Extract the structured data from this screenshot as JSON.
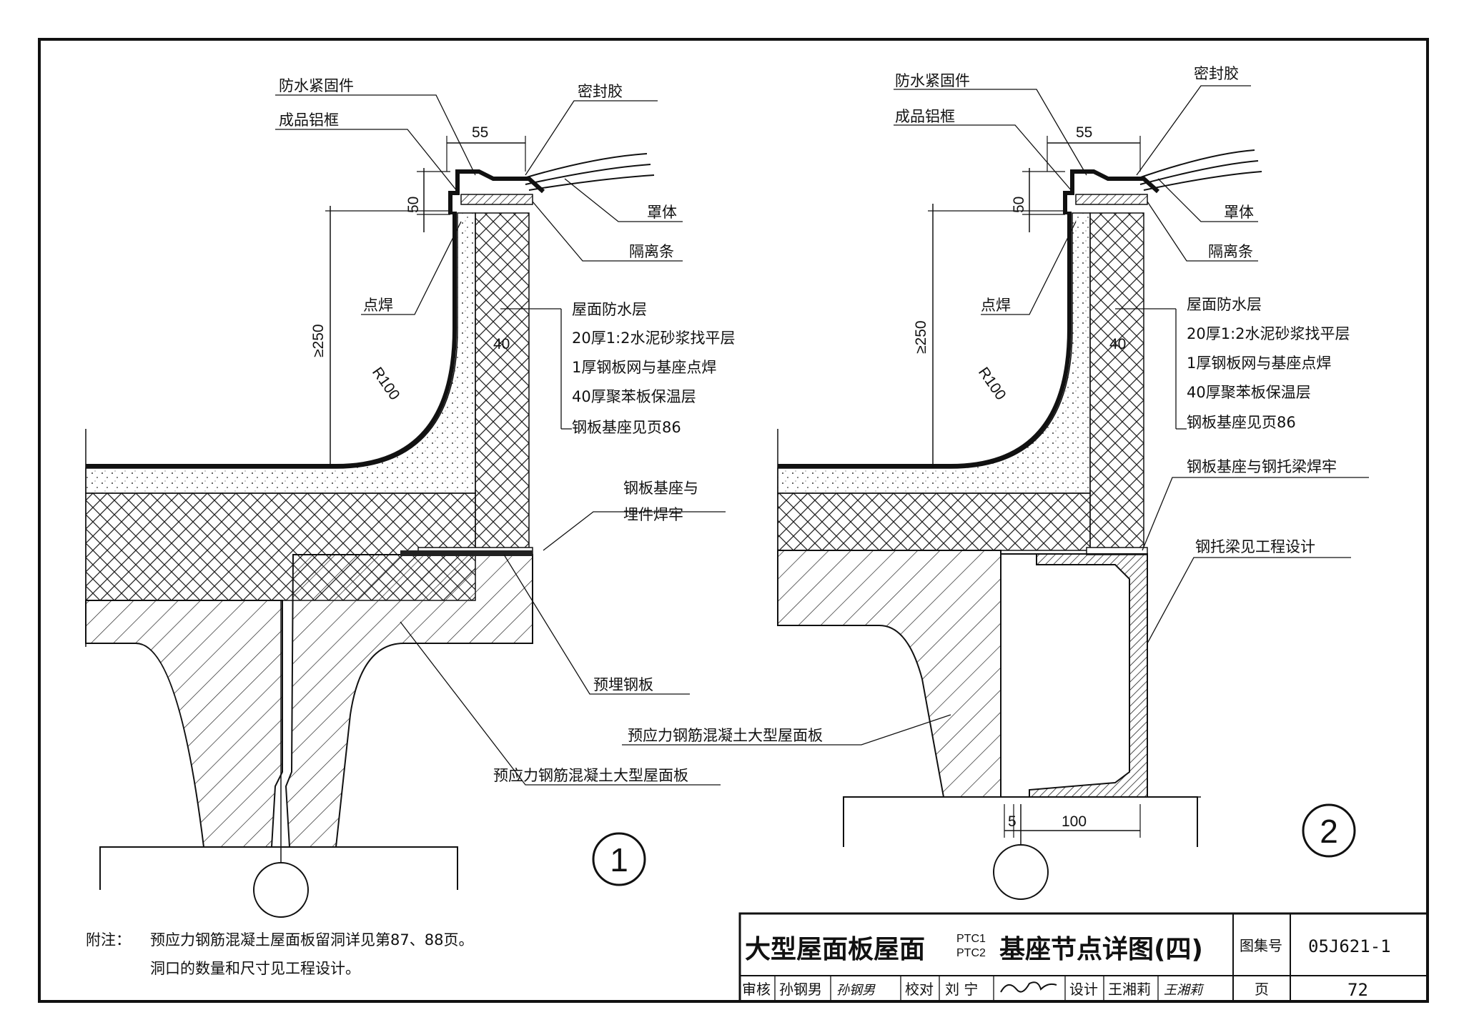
{
  "detail1": {
    "number": "①",
    "labels": {
      "fastener": "防水紧固件",
      "frame": "成品铝框",
      "sealant": "密封胶",
      "cover": "罩体",
      "isolation": "隔离条",
      "spot_weld": "点焊",
      "waterproof": "屋面防水层",
      "mortar": "20厚1:2水泥砂浆找平层",
      "mesh": "1厚钢板网与基座点焊",
      "insulation": "40厚聚苯板保温层",
      "base": "钢板基座见页86",
      "weld_embed_1": "钢板基座与",
      "weld_embed_2": "埋件焊牢",
      "embed_plate": "预埋钢板",
      "slab": "预应力钢筋混凝土大型屋面板"
    },
    "dims": {
      "w55": "55",
      "h50": "50",
      "h250": "≥250",
      "t40": "40",
      "r100": "R100"
    }
  },
  "detail2": {
    "number": "②",
    "labels": {
      "fastener": "防水紧固件",
      "frame": "成品铝框",
      "sealant": "密封胶",
      "cover": "罩体",
      "isolation": "隔离条",
      "spot_weld": "点焊",
      "waterproof": "屋面防水层",
      "mortar": "20厚1:2水泥砂浆找平层",
      "mesh": "1厚钢板网与基座点焊",
      "insulation": "40厚聚苯板保温层",
      "base": "钢板基座见页86",
      "weld_beam": "钢板基座与钢托梁焊牢",
      "beam": "钢托梁见工程设计",
      "slab": "预应力钢筋混凝土大型屋面板"
    },
    "dims": {
      "w55": "55",
      "h50": "50",
      "h250": "≥250",
      "t40": "40",
      "r100": "R100",
      "d5": "5",
      "d100": "100"
    }
  },
  "notes": {
    "prefix": "附注：",
    "line1": "预应力钢筋混凝土屋面板留洞详见第87、88页。",
    "line2": "洞口的数量和尺寸见工程设计。"
  },
  "title_block": {
    "title_a": "大型屋面板屋面",
    "ptc1": "PTC1",
    "ptc2": "PTC2",
    "title_b": "基座节点详图(四)",
    "atlas_label": "图集号",
    "atlas_no": "05J621-1",
    "review_label": "审核",
    "reviewer": "孙钢男",
    "check_label": "校对",
    "checker": "刘 宁",
    "design_label": "设计",
    "designer": "王湘莉",
    "page_label": "页",
    "page_no": "72"
  }
}
